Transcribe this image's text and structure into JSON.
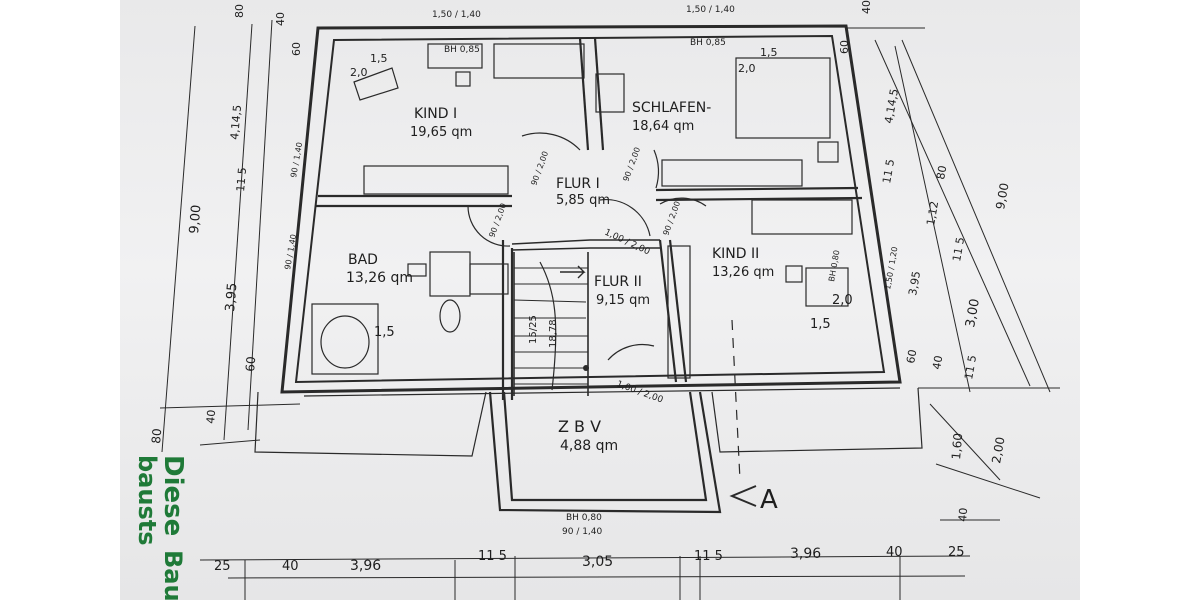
{
  "rooms": {
    "kind1": {
      "name": "KIND I",
      "area": "19,65 qm"
    },
    "schlafen": {
      "name": "SCHLAFEN-",
      "area": "18,64 qm"
    },
    "flur1": {
      "name": "FLUR I",
      "area": "5,85 qm"
    },
    "bad": {
      "name": "BAD",
      "area": "13,26 qm"
    },
    "flur2": {
      "name": "FLUR II",
      "area": "9,15 qm"
    },
    "kind2": {
      "name": "KIND II",
      "area": "13,26 qm"
    },
    "zbv": {
      "name": "Z B V",
      "area": "4,88 qm"
    }
  },
  "openings": {
    "top_window_left": "1,50 / 1,40",
    "top_window_right": "1,50 / 1,40",
    "bh_left": "BH 0,85",
    "bh_right": "BH 0,85",
    "bh_kind2": "BH 0,80",
    "bottom_bh": "BH 0,80",
    "bottom_window": "90 / 1,40",
    "door_flur1_left": "90 / 2,00",
    "door_flur1_right": "90 / 2,00",
    "door_kind1_flur": "90 / 2,00",
    "door_bad": "90 / 2,00",
    "door_flur2_center": "1,00 / 2,00",
    "door_kind2": "90 / 2,00",
    "door_zbv": "1,00 / 2,00",
    "left_window_upper": "90 / 1,40",
    "left_window_lower": "90 / 1,40",
    "right_window": "1,50 / 1,20",
    "stairs": "15/25",
    "stairs2": "18,78"
  },
  "furniture": {
    "bed1_w": "1,5",
    "bed1_l": "2,0",
    "bed2_w": "1,5",
    "bed2_l": "2,0",
    "tub": "1,5",
    "desk_w": "1,5",
    "desk_l": "2,0"
  },
  "dims": {
    "left_total": "9,00",
    "left_1": "4,14,5",
    "left_2": "11 5",
    "left_3": "3,95",
    "left_4": "60",
    "left_5": "40",
    "left_6": "80",
    "top_left_80": "80",
    "top_left_40": "40",
    "top_left_60": "60",
    "right_40": "40",
    "right_60": "60",
    "right_4145": "4,14,5",
    "right_115": "11 5",
    "right_80": "80",
    "right_112": "1,12",
    "right_115b": "11 5",
    "right_395": "3,95",
    "right_300": "3,00",
    "right_900": "9,00",
    "right_60b": "60",
    "right_40b": "40",
    "right_115c": "11 5",
    "right_160": "1,60",
    "right_200": "2,00",
    "right_40c": "40",
    "bottom_25l": "25",
    "bottom_40l": "40",
    "bottom_396l": "3,96",
    "bottom_115l": "11 5",
    "bottom_305": "3,05",
    "bottom_115r": "11 5",
    "bottom_396r": "3,96",
    "bottom_40r": "40",
    "bottom_25r": "25"
  },
  "section_marker": "A",
  "stamp": {
    "line1": "Diese",
    "line2": "bausts",
    "line3": "Bau"
  },
  "colors": {
    "ink": "#1e1e1e",
    "paper": "#ececed",
    "stamp": "#1f7a38"
  }
}
